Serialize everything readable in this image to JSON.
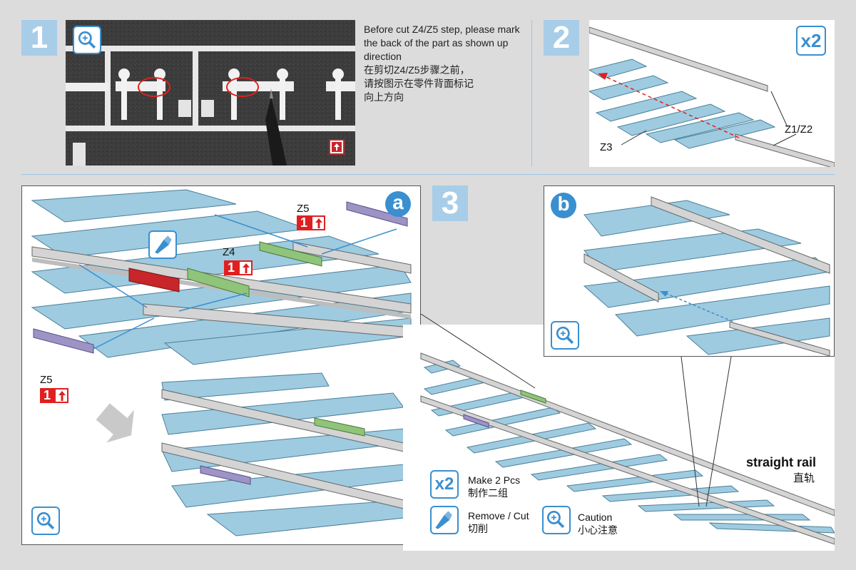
{
  "step1": {
    "number": "1",
    "note_en": "Before cut Z4/Z5 step, please mark the back of the part as shown up direction",
    "note_zh_1": "在剪切Z4/Z5步骤之前，",
    "note_zh_2": "请按图示在零件背面标记",
    "note_zh_3": "向上方向"
  },
  "step2": {
    "number": "2",
    "multiplier": "x2",
    "label_z1z2": "Z1/Z2",
    "label_z3": "Z3"
  },
  "step3": {
    "number": "3",
    "panel_a_label": "a",
    "panel_b_label": "b",
    "label_z5_top": "Z5",
    "label_z4": "Z4",
    "label_z5_left": "Z5",
    "tag_number": "1"
  },
  "legend": {
    "make_multiplier": "x2",
    "make_en": "Make 2 Pcs",
    "make_zh": "制作二组",
    "cut_en": "Remove / Cut",
    "cut_zh": "切削",
    "caution_en": "Caution",
    "caution_zh": "小心注意"
  },
  "rail_title_en": "straight rail",
  "rail_title_zh": "直轨",
  "colors": {
    "step_badge": "#a8cde8",
    "accent_blue": "#3a8fd0",
    "tie_blue": "#9ecbe0",
    "rail_grey": "#d4d4d4",
    "z4_green": "#8fc47a",
    "z5_purple": "#9d93c4",
    "z_red": "#c8262a",
    "tag_red": "#e02020"
  }
}
